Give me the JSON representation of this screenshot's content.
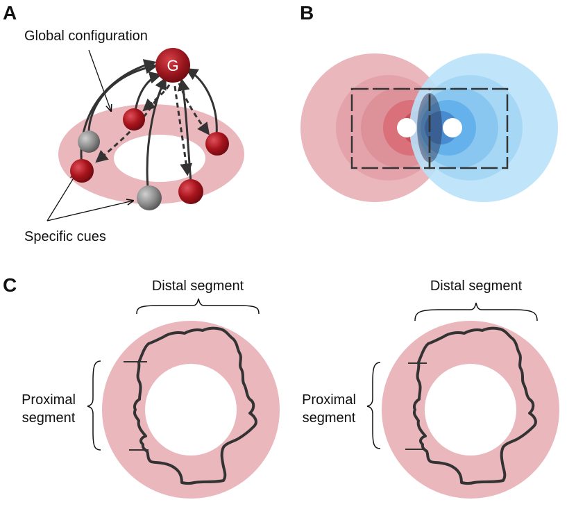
{
  "panels": {
    "a": {
      "letter": "A",
      "global_label": "Global configuration",
      "specific_label": "Specific cues",
      "global_node": "G"
    },
    "b": {
      "letter": "B"
    },
    "c": {
      "letter": "C",
      "figures": [
        {
          "distal_label": "Distal segment",
          "proximal_line1": "Proximal",
          "proximal_line2": "segment"
        },
        {
          "distal_label": "Distal segment",
          "proximal_line1": "Proximal",
          "proximal_line2": "segment"
        }
      ]
    }
  },
  "colors": {
    "ring_pink": "#eab7bd",
    "node_red": "#a01820",
    "node_gray": "#8a8a8a",
    "blue": "#8fcdf2",
    "stroke": "#333333"
  }
}
